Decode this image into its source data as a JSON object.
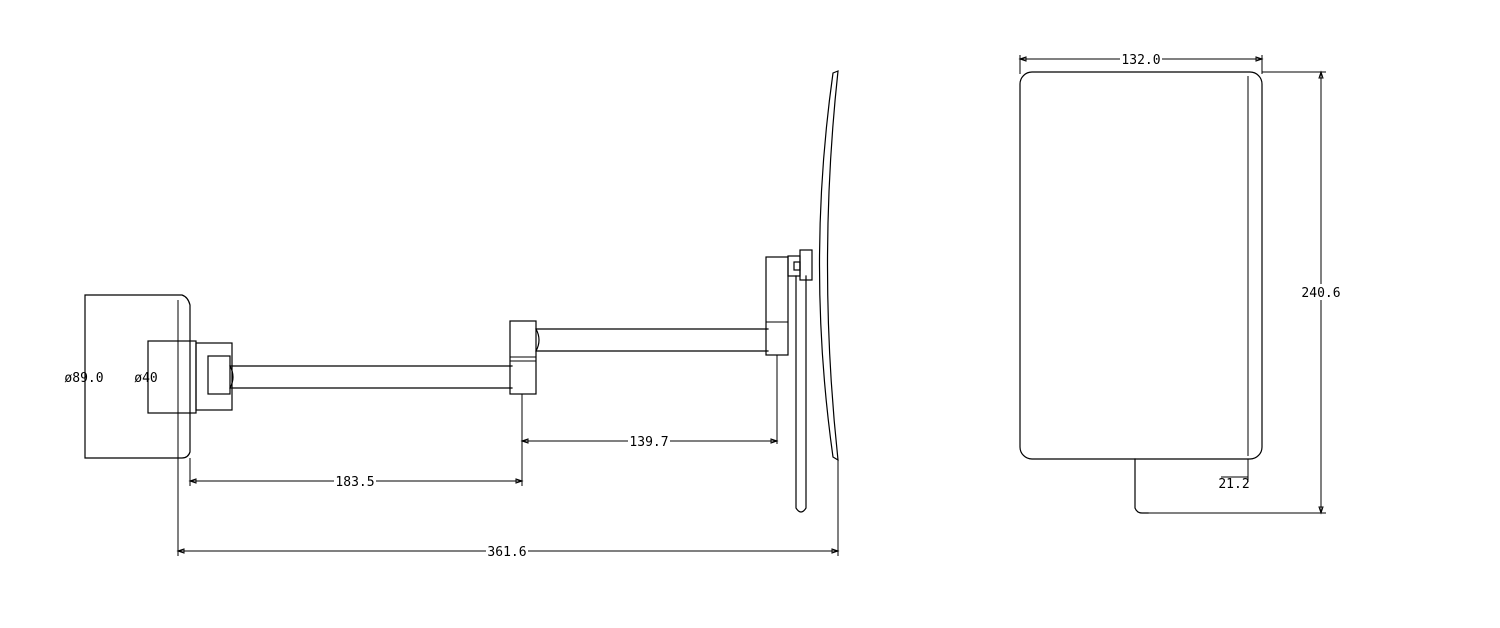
{
  "side_view": {
    "base_diameter": "ø89.0",
    "neck_diameter": "ø40",
    "arm_length": "183.5",
    "second_arm_length": "139.7",
    "total_length": "361.6"
  },
  "front_view": {
    "width": "132.0",
    "height": "240.6",
    "depth": "21.2"
  },
  "colors": {
    "line": "#000000",
    "background": "#ffffff"
  }
}
